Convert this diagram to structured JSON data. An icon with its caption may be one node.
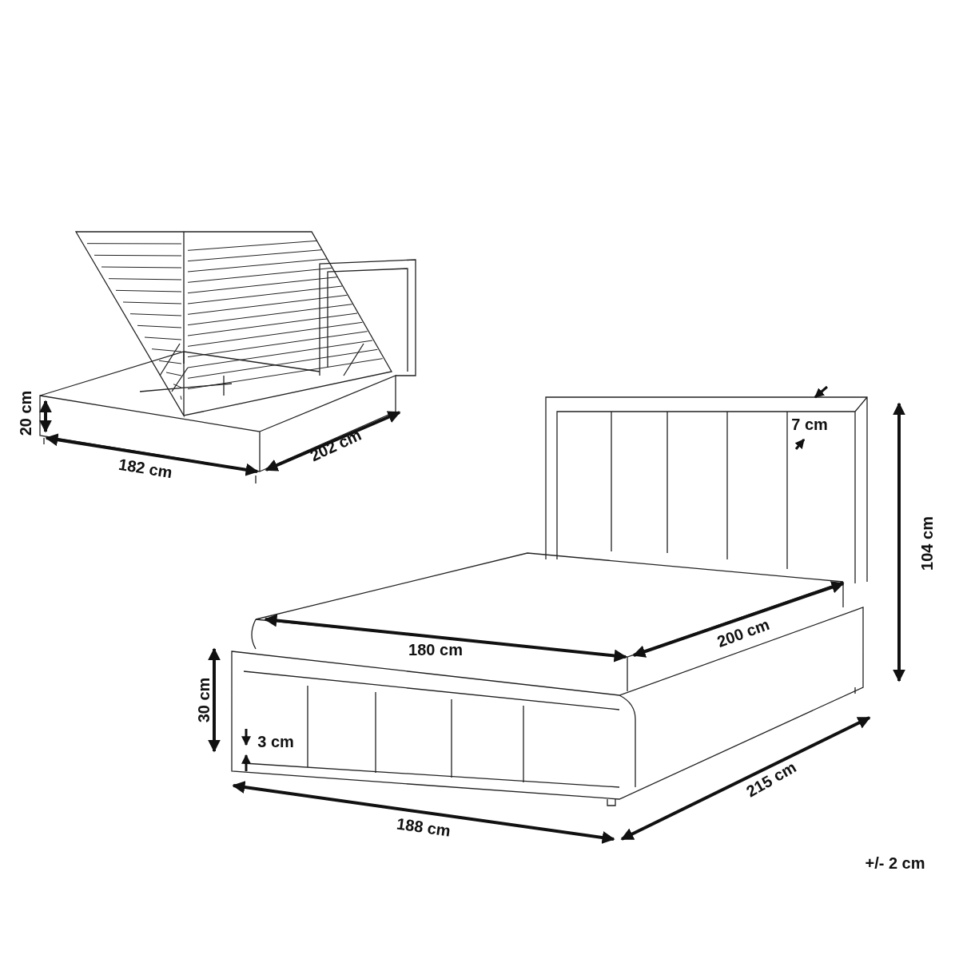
{
  "diagram": {
    "labels": [
      "20 cm",
      "182 cm",
      "202 cm",
      "7 cm",
      "104 cm",
      "180 cm",
      "200 cm",
      "30 cm",
      "3 cm",
      "188 cm",
      "215 cm",
      "+/- 2 cm"
    ]
  }
}
